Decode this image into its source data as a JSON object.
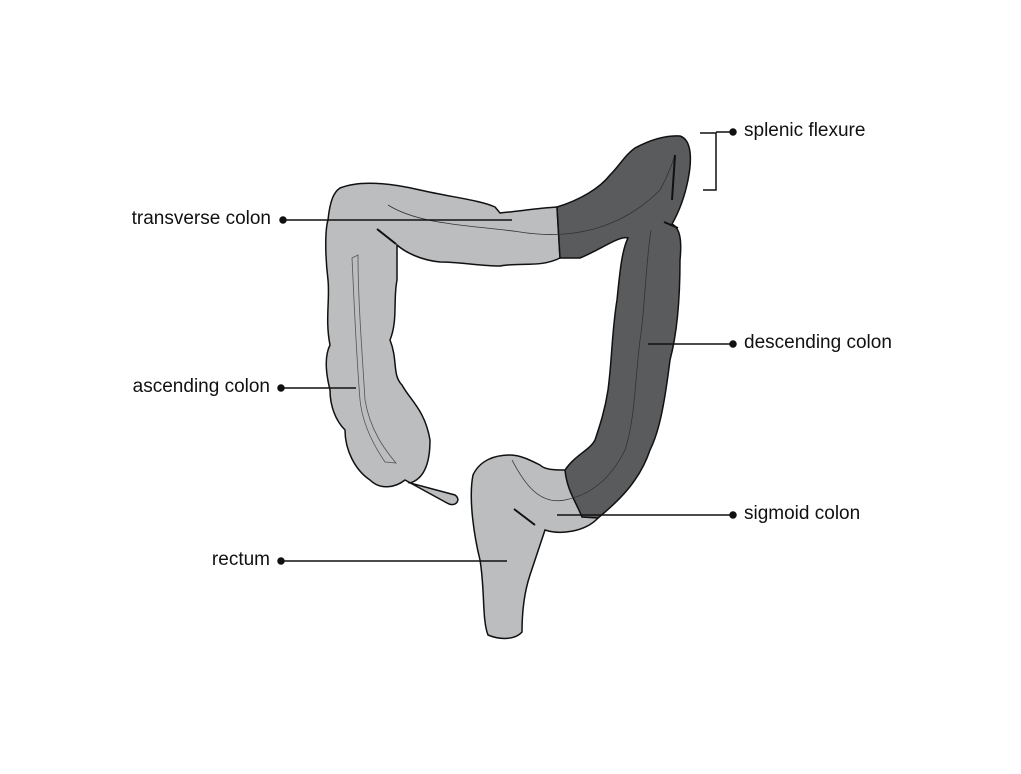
{
  "labels": {
    "splenic_flexure": "splenic flexure",
    "transverse_colon": "transverse colon",
    "descending_colon": "descending colon",
    "ascending_colon": "ascending colon",
    "sigmoid_colon": "sigmoid colon",
    "rectum": "rectum"
  },
  "colors": {
    "light": "#bcbdbf",
    "dark": "#5a5b5d",
    "outline": "#111111"
  }
}
